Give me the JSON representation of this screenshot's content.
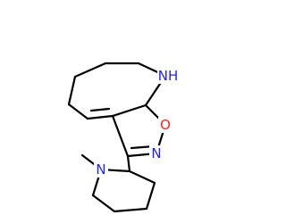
{
  "molecule": {
    "atoms": {
      "nh": {
        "label": "NH",
        "color": "#1f1fff"
      },
      "o": {
        "label": "O",
        "color": "#ff2020"
      },
      "n_ox": {
        "label": "N",
        "color": "#1f1fff"
      },
      "n_pip": {
        "label": "N",
        "color": "#1f1fff"
      }
    }
  }
}
